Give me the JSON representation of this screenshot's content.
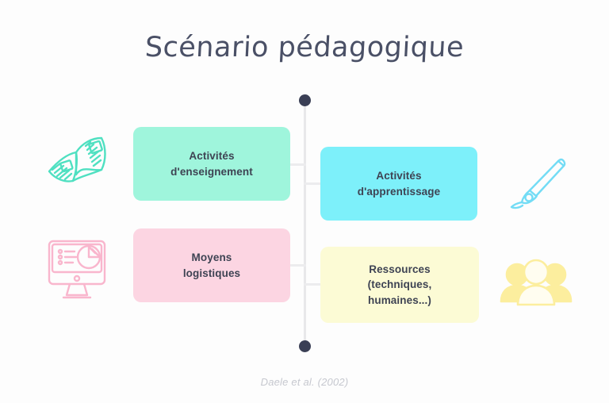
{
  "diagram": {
    "title": "Scénario pédagogique",
    "caption": "Daele et al. (2002)",
    "background_color": "#fdfdfd",
    "spine": {
      "line_color": "#e8e8ea",
      "dot_color": "#3a3f55",
      "connector_color": "#ececee"
    },
    "nodes": [
      {
        "id": "activites-enseignement",
        "label": "Activités\nd'enseignement",
        "color": "#9ff5dc",
        "side": "left",
        "icon": "open-book-icon",
        "icon_color": "#4fe0c1"
      },
      {
        "id": "activites-apprentissage",
        "label": "Activités\nd'apprentissage",
        "color": "#7df0fa",
        "side": "right",
        "icon": "paintbrush-icon",
        "icon_color": "#73dcf5"
      },
      {
        "id": "moyens-logistiques",
        "label": "Moyens\nlogistiques",
        "color": "#fcd5e2",
        "side": "left",
        "icon": "desktop-chart-icon",
        "icon_color": "#f9b6cd"
      },
      {
        "id": "ressources",
        "label": "Ressources\n(techniques,\nhumaines...)",
        "color": "#fcfbd5",
        "side": "right",
        "icon": "group-people-icon",
        "icon_color": "#fcee9e"
      }
    ],
    "text_color": "#3e4353",
    "caption_color": "#c6c8cf"
  }
}
